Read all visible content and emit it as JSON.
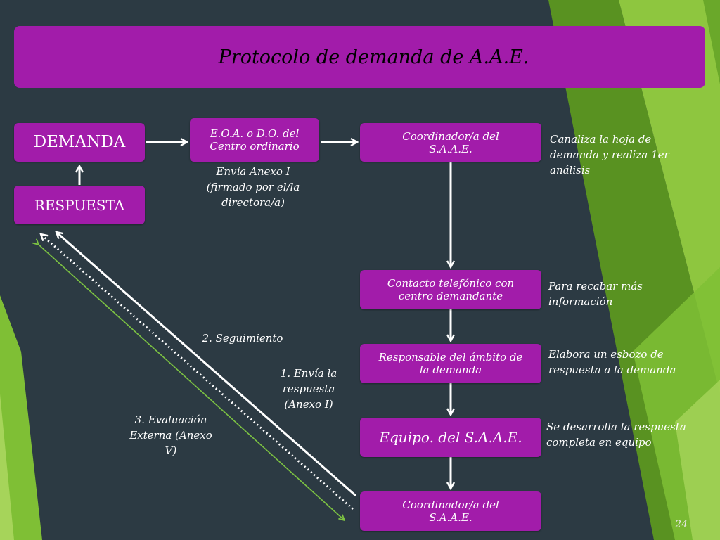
{
  "slide": {
    "title": "Protocolo de demanda de A.A.E.",
    "page_number": "24"
  },
  "boxes": {
    "demanda": "DEMANDA",
    "respuesta": "RESPUESTA",
    "eoa": "E.O.A. o D.O. del Centro ordinario",
    "coordinador_top": "Coordinador/a del S.A.A.E.",
    "contacto": "Contacto telefónico con centro demandante",
    "responsable": "Responsable del ámbito de la demanda",
    "equipo": "Equipo. del S.A.A.E.",
    "coordinador_bottom": "Coordinador/a del S.A.A.E."
  },
  "notes": {
    "canaliza": "Canaliza la hoja de demanda y realiza 1er análisis",
    "recabar": "Para recabar más información",
    "esbozo": "Elabora un esbozo de respuesta a la demanda",
    "desarrolla": "Se desarrolla la respuesta completa en equipo"
  },
  "labels": {
    "envia_anexo": "Envía Anexo I (firmado por el/la directora/a)",
    "seguimiento": "2. Seguimiento",
    "envia_respuesta": "1. Envía la respuesta (Anexo I)",
    "evaluacion": "3. Evaluación Externa (Anexo V)"
  },
  "colors": {
    "background": "#2c3a43",
    "box": "#a21caa",
    "green_light": "#8ec63f",
    "green_dark": "#5e9c1e",
    "evaluation_line": "#7cc242"
  }
}
